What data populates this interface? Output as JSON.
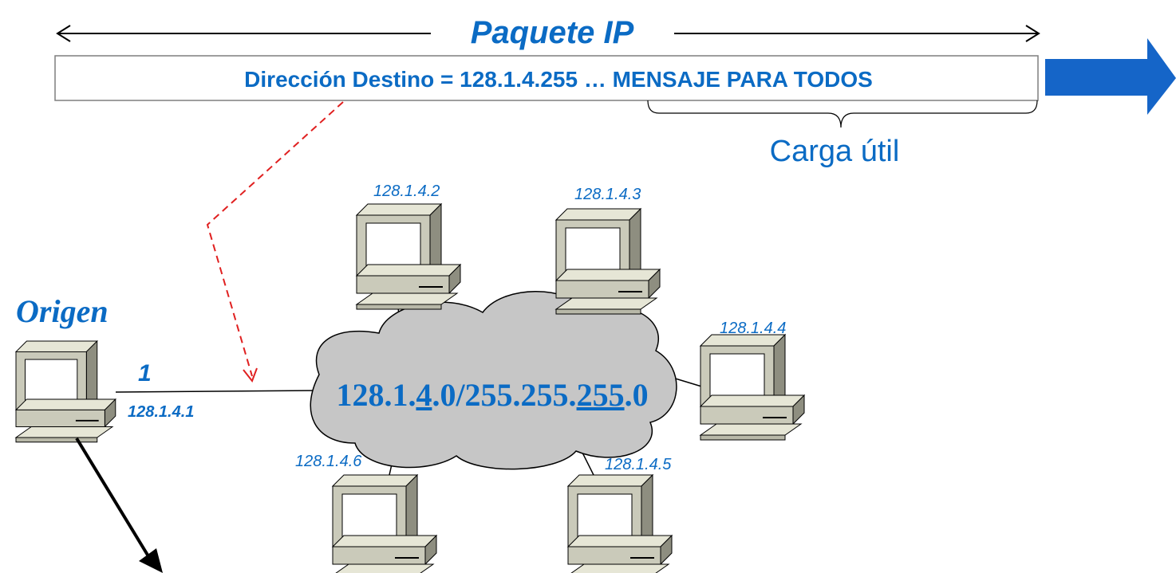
{
  "packet": {
    "title": "Paquete IP",
    "header_text": "Dirección Destino = 128.1.4.255 … MENSAJE PARA TODOS",
    "payload_label": "Carga útil"
  },
  "origin": {
    "label": "Origen",
    "step": "1",
    "ip": "128.1.4.1"
  },
  "network": {
    "prefix_a": "128.1.",
    "prefix_b": "4",
    "prefix_c": ".0/255.255.",
    "prefix_d": "255",
    "prefix_e": ".0"
  },
  "hosts": [
    {
      "ip": "128.1.4.2"
    },
    {
      "ip": "128.1.4.3"
    },
    {
      "ip": "128.1.4.4"
    },
    {
      "ip": "128.1.4.5"
    },
    {
      "ip": "128.1.4.6"
    }
  ],
  "colors": {
    "text_blue": "#0b6bc4",
    "big_arrow": "#1565c8",
    "dashed_arrow": "#e02020",
    "cloud_fill": "#c6c6c6"
  }
}
